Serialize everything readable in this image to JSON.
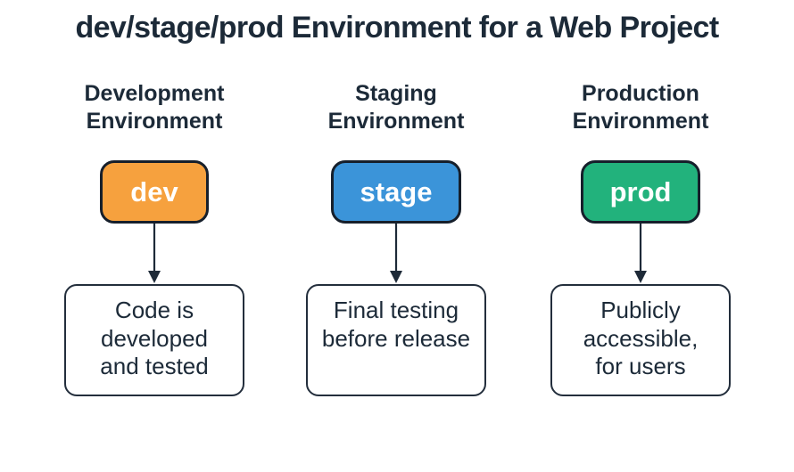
{
  "title": "dev/stage/prod Environment for a Web Project",
  "colors": {
    "ink": "#1C2A38",
    "dev": "#F6A13E",
    "stage": "#3B94D9",
    "prod": "#22B27C"
  },
  "columns": [
    {
      "id": "dev",
      "header": "Development\nEnvironment",
      "env_label": "dev",
      "color": "#F6A13E",
      "description": "Code is\ndeveloped\nand tested"
    },
    {
      "id": "stage",
      "header": "Staging\nEnvironment",
      "env_label": "stage",
      "color": "#3B94D9",
      "description": "Final testing\nbefore release"
    },
    {
      "id": "prod",
      "header": "Production\nEnvironment",
      "env_label": "prod",
      "color": "#22B27C",
      "description": "Publicly\naccessible,\nfor users"
    }
  ]
}
